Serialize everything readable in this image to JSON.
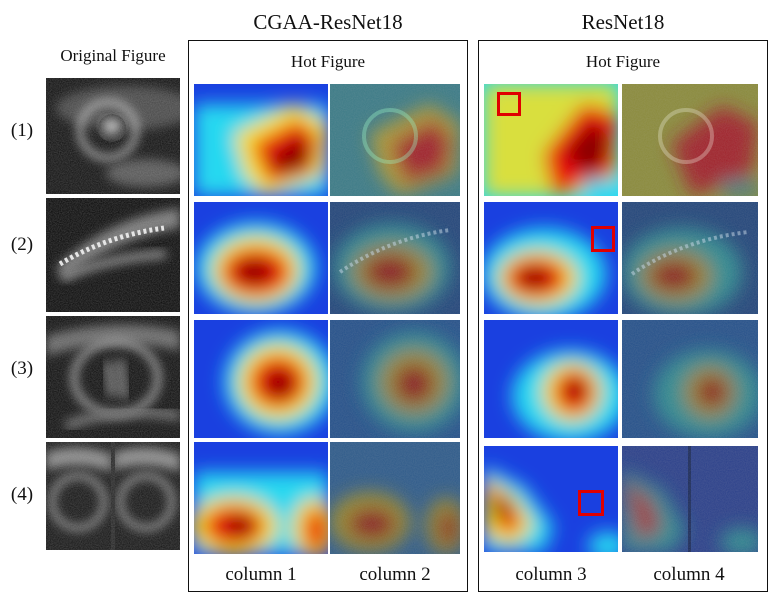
{
  "headers": {
    "original": "Original Figure",
    "cgaa": "CGAA-ResNet18",
    "resnet": "ResNet18",
    "hot_left": "Hot Figure",
    "hot_right": "Hot Figure"
  },
  "rows": [
    "(1)",
    "(2)",
    "(3)",
    "(4)"
  ],
  "columns": [
    "column 1",
    "column 2",
    "column 3",
    "column 4"
  ],
  "colors": {
    "heat_low": "#0a1fb4",
    "heat_mid": "#28d8f0",
    "heat_warm": "#f8e020",
    "heat_high": "#e81010",
    "heat_peak": "#8a0000",
    "highlight_box": "#e00000"
  }
}
